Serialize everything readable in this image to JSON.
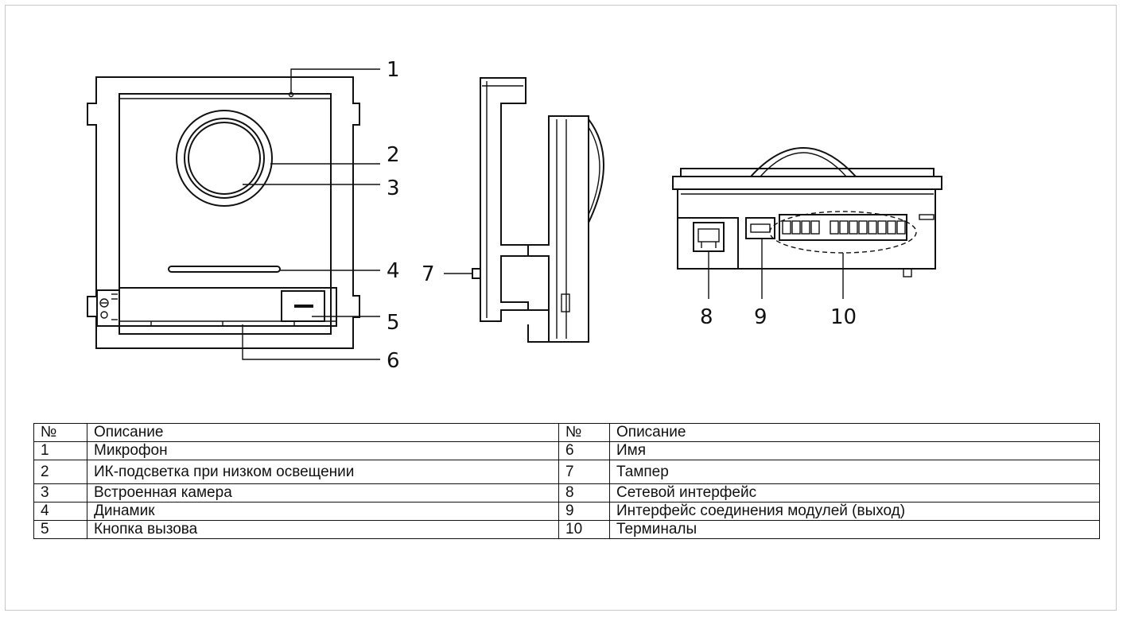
{
  "callouts": {
    "c1": "1",
    "c2": "2",
    "c3": "3",
    "c4": "4",
    "c5": "5",
    "c6": "6",
    "c7": "7",
    "c8": "8",
    "c9": "9",
    "c10": "10"
  },
  "table": {
    "header": {
      "num": "№",
      "desc": "Описание",
      "num2": "№",
      "desc2": "Описание"
    },
    "rows": [
      {
        "num": "1",
        "desc": "Микрофон",
        "num2": "6",
        "desc2": "Имя"
      },
      {
        "num": "2",
        "desc": "ИК-подсветка при низком освещении",
        "num2": "7",
        "desc2": "Тампер"
      },
      {
        "num": "3",
        "desc": "Встроенная камера",
        "num2": "8",
        "desc2": "Сетевой интерфейс"
      },
      {
        "num": "4",
        "desc": "Динамик",
        "num2": "9",
        "desc2": "Интерфейс соединения модулей (выход)"
      },
      {
        "num": "5",
        "desc": "Кнопка вызова",
        "num2": "10",
        "desc2": "Терминалы"
      }
    ]
  }
}
